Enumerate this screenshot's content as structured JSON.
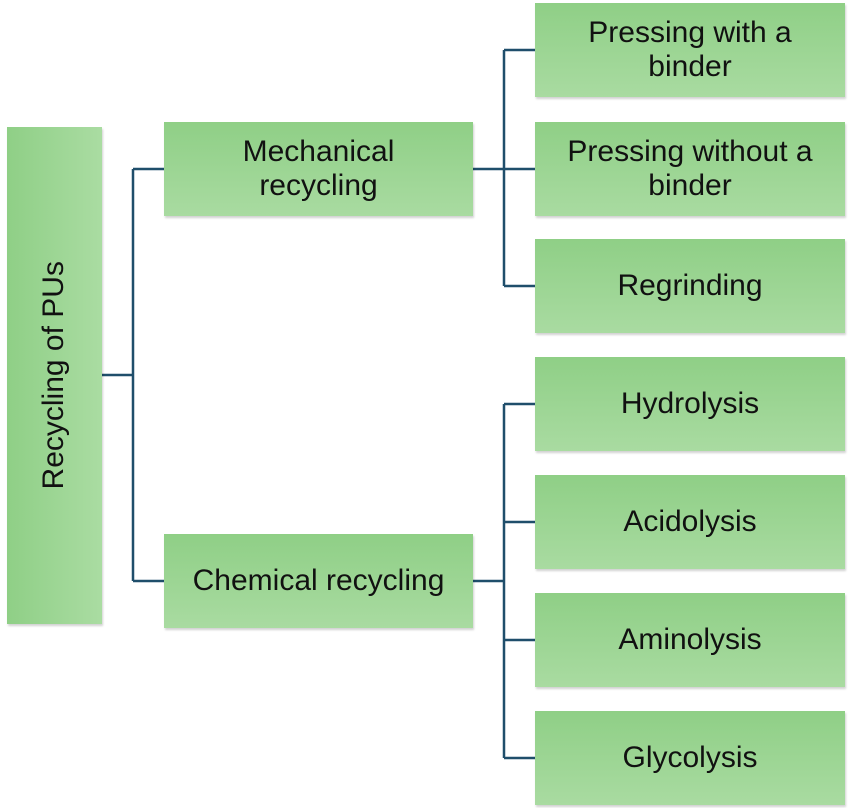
{
  "root": {
    "label": "Recycling of PUs"
  },
  "branches": [
    {
      "label": "Mechanical recycling",
      "children": [
        "Pressing with a binder",
        "Pressing without a binder",
        "Regrinding"
      ]
    },
    {
      "label": "Chemical recycling",
      "children": [
        "Hydrolysis",
        "Acidolysis",
        "Aminolysis",
        "Glycolysis"
      ]
    }
  ],
  "colors": {
    "box_top": "#8fcf86",
    "box_bottom": "#a9dba1",
    "connector": "#1f4e6b",
    "text": "#111111"
  }
}
